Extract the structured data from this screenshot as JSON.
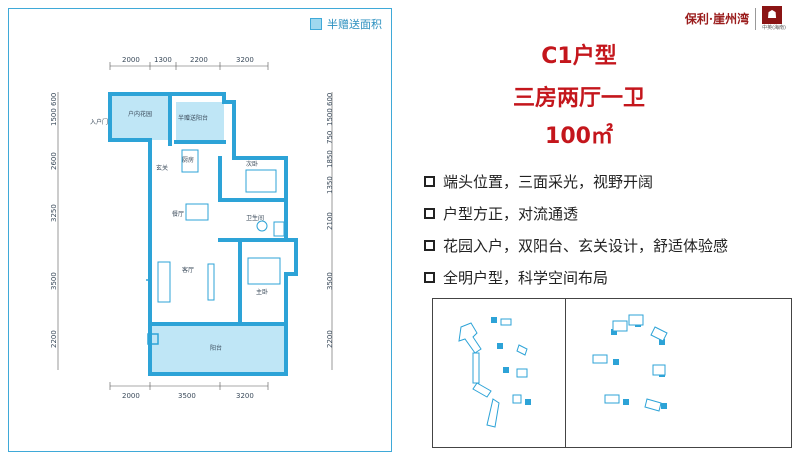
{
  "legend": {
    "label": "半赠送面积"
  },
  "unit": {
    "title": "C1户型",
    "layout": "三房两厅一卫",
    "area": "100㎡"
  },
  "features": [
    "端头位置，三面采光，视野开阔",
    "户型方正，对流通透",
    "花园入户，双阳台、玄关设计，舒适体验感",
    "全明户型，科学空间布局"
  ],
  "brand": {
    "script": "保利·崖州湾",
    "seal_label": "中英(海南)"
  },
  "plan": {
    "top_dims": [
      "2000",
      "1300",
      "2200",
      "3200"
    ],
    "bottom_dims": [
      "2000",
      "3500",
      "3200"
    ],
    "left_dims": [
      "600",
      "1500",
      "2600",
      "3250",
      "3500",
      "2200"
    ],
    "right_dims": [
      "600",
      "1500",
      "750",
      "1850",
      "1350",
      "2100",
      "3500",
      "2200"
    ],
    "rooms": {
      "entry": "入户门",
      "garden": "户内花园",
      "balcony": "半赠送阳台",
      "kitchen": "厨房",
      "foyer": "玄关",
      "dining": "餐厅",
      "living": "客厅",
      "bed2": "次卧",
      "bed1": "主卧",
      "bath": "卫生间",
      "terrace": "阳台"
    }
  },
  "colors": {
    "accent": "#3fa9d8",
    "title_red": "#c4161c"
  }
}
